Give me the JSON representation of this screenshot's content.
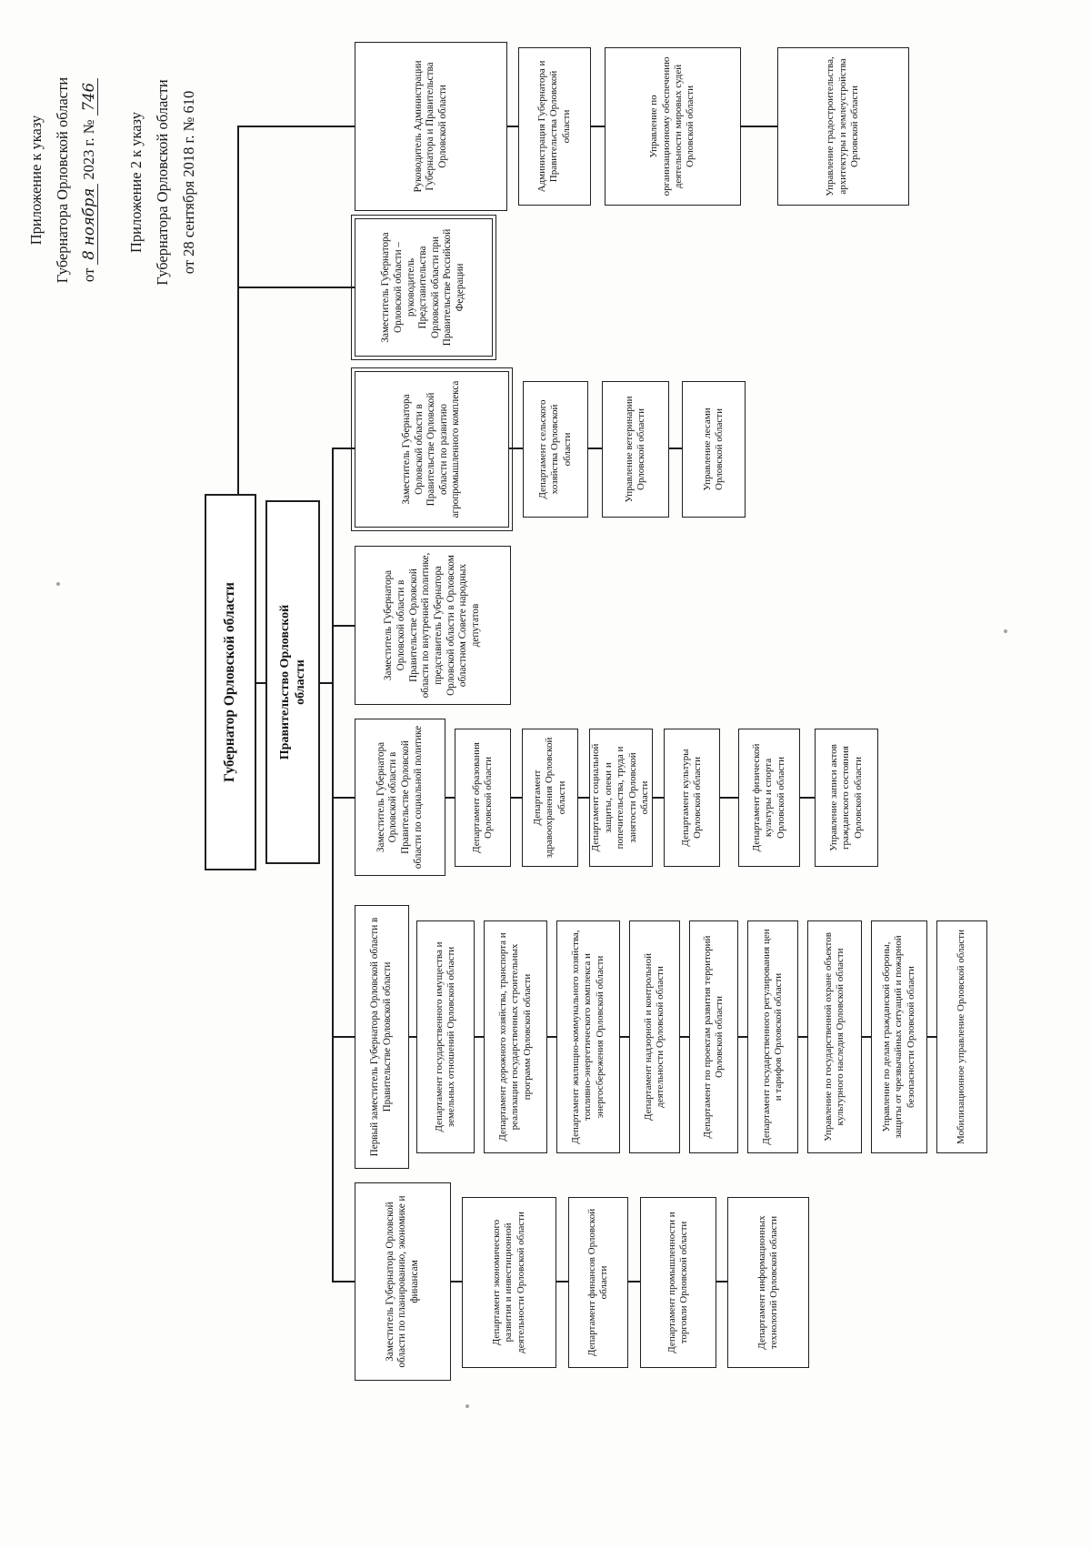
{
  "document": {
    "note1": {
      "line1": "Приложение к указу",
      "line2": "Губернатора Орловской области",
      "line3_before": "от",
      "handwritten_date": "8 ноября",
      "line3_after": "2023 г. №",
      "handwritten_number": "746"
    },
    "note2": {
      "line1": "Приложение 2 к указу",
      "line2": "Губернатора Орловской области",
      "line3": "от 28 сентября 2018 г. № 610"
    }
  },
  "chart": {
    "type": "org-chart",
    "governor": {
      "title": "Губернатор Орловской области"
    },
    "government": {
      "title": "Правительство Орловской области"
    },
    "deputies": [
      {
        "title": "Руководитель Администрации Губернатора и Правительства Орловской области",
        "children": [
          "Администрация Губернатора и Правительства Орловской области",
          "Управление по организационному обеспечению деятельности мировых судей Орловской области",
          "Управление градостроительства, архитектуры и землеустройства Орловской области"
        ]
      },
      {
        "title": "Заместитель Губернатора Орловской области – руководитель Представительства Орловской области при Правительстве Российской Федерации",
        "children": []
      },
      {
        "title": "Заместитель Губернатора Орловской области в Правительстве Орловской области по развитию агропромышленного комплекса",
        "children": [
          "Департамент сельского хозяйства Орловской области",
          "Управление ветеринарии Орловской области",
          "Управление лесами Орловской области"
        ]
      },
      {
        "title": "Заместитель Губернатора Орловской области в Правительстве Орловской области по внутренней политике, представитель Губернатора Орловской области в Орловском областном Совете народных депутатов",
        "children": []
      },
      {
        "title": "Заместитель Губернатора Орловской области в Правительстве Орловской области по социальной политике",
        "children": [
          "Департамент образования Орловской области",
          "Департамент здравоохранения Орловской области",
          "Департамент социальной защиты, опеки и попечительства, труда и занятости Орловской области",
          "Департамент культуры Орловской области",
          "Департамент физической культуры и спорта Орловской области",
          "Управление записи актов гражданского состояния Орловской области"
        ]
      },
      {
        "title": "Первый заместитель Губернатора Орловской области в Правительстве Орловской области",
        "children": [
          "Департамент государственного имущества и земельных отношений Орловской области",
          "Департамент дорожного хозяйства, транспорта и реализации государственных строительных программ Орловской области",
          "Департамент жилищно-коммунального хозяйства, топливно-энергетического комплекса и энергосбережения Орловской области",
          "Департамент надзорной и контрольной деятельности Орловской области",
          "Департамент по проектам развития территорий Орловской области",
          "Департамент государственного регулирования цен и тарифов Орловской области",
          "Управление по государственной охране объектов культурного наследия Орловской области",
          "Управление по делам гражданской обороны, защиты от чрезвычайных ситуаций и пожарной безопасности Орловской области",
          "Мобилизационное управление Орловской области"
        ]
      },
      {
        "title": "Заместитель Губернатора Орловской области по планированию, экономике и финансам",
        "children": [
          "Департамент экономического развития и инвестиционной деятельности Орловской области",
          "Департамент финансов Орловской области",
          "Департамент промышленности и торговли Орловской области",
          "Департамент информационных технологий Орловской области"
        ]
      }
    ]
  }
}
